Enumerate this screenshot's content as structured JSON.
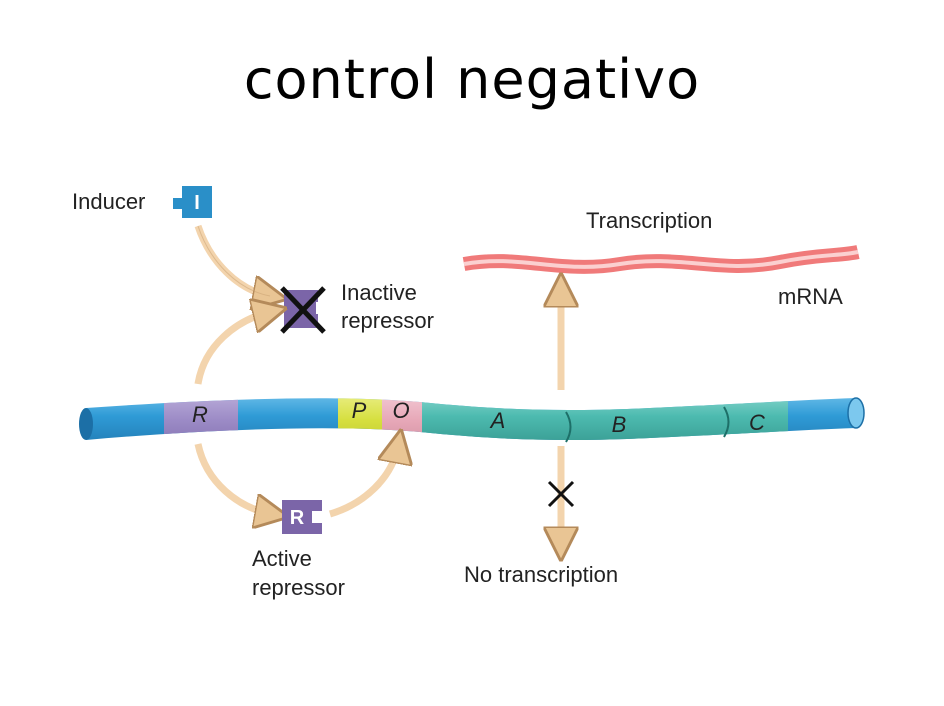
{
  "title": "control negativo",
  "labels": {
    "inducer": "Inducer",
    "inducer_box": "I",
    "inactive_line1": "Inactive",
    "inactive_line2": "repressor",
    "active_line1": "Active",
    "active_line2": "repressor",
    "repressor_box": "R",
    "transcription": "Transcription",
    "mrna": "mRNA",
    "no_transcription": "No transcription"
  },
  "dna_segments": {
    "r": "R",
    "p": "P",
    "o": "O",
    "a": "A",
    "b": "B",
    "c": "C"
  },
  "colors": {
    "dna_blue": "#2f9bd6",
    "gene_teal": "#3fb3a8",
    "repressor_purple": "#7b65a8",
    "promoter_yellow": "#d8e04a",
    "operator_pink": "#e7a8b8",
    "mrna_red": "#f07a7a",
    "arrow_tan": "#f3d4ad",
    "inducer_blue": "#2a8fc8"
  }
}
